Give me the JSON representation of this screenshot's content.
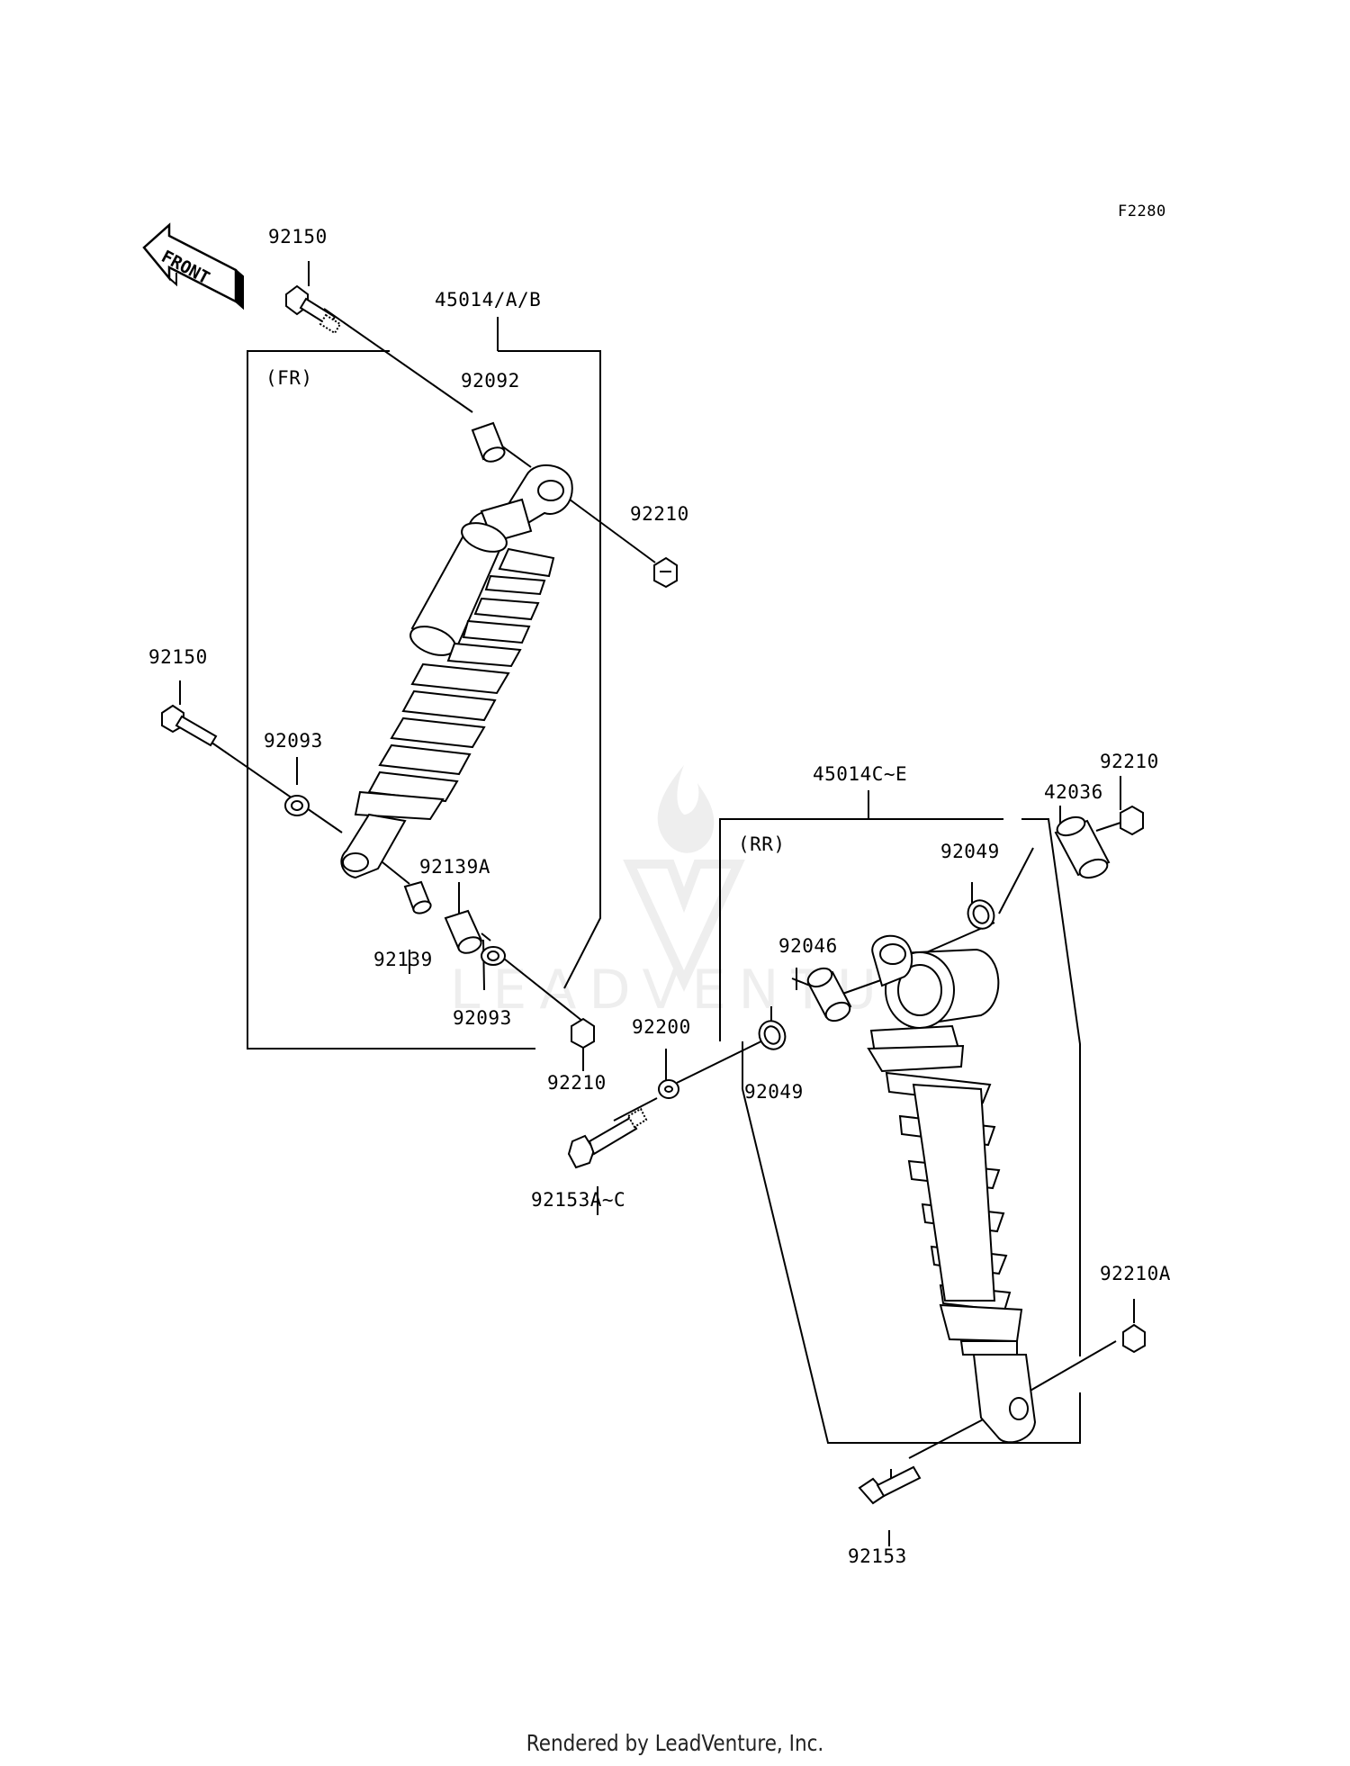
{
  "figure_code": "F2280",
  "front_arrow_label": "FRONT",
  "watermark_text": "LEADVENTURE",
  "footer_text": "Rendered by LeadVenture, Inc.",
  "groups": [
    {
      "id": "front",
      "label": "(FR)",
      "assembly": "45014/A/B"
    },
    {
      "id": "rear",
      "label": "(RR)",
      "assembly": "45014C~E"
    }
  ],
  "parts": {
    "front_top_bolt": "92150",
    "front_collar_top": "92092",
    "front_top_nut": "92210",
    "front_bottom_bolt": "92150",
    "front_washer_left": "92093",
    "front_sleeve_a": "92139A",
    "front_sleeve": "92139",
    "front_washer_right": "92093",
    "front_bottom_nut": "92210",
    "rear_top_nut": "92210",
    "rear_collar": "42036",
    "rear_seal_top": "92049",
    "rear_bearing": "92046",
    "rear_seal_bottom": "92049",
    "rear_washer": "92200",
    "rear_top_bolt": "92153A~C",
    "rear_bottom_nut": "92210A",
    "rear_bottom_bolt": "92153"
  },
  "colors": {
    "line": "#000000",
    "watermark": "#eeeeee",
    "background": "#ffffff"
  }
}
